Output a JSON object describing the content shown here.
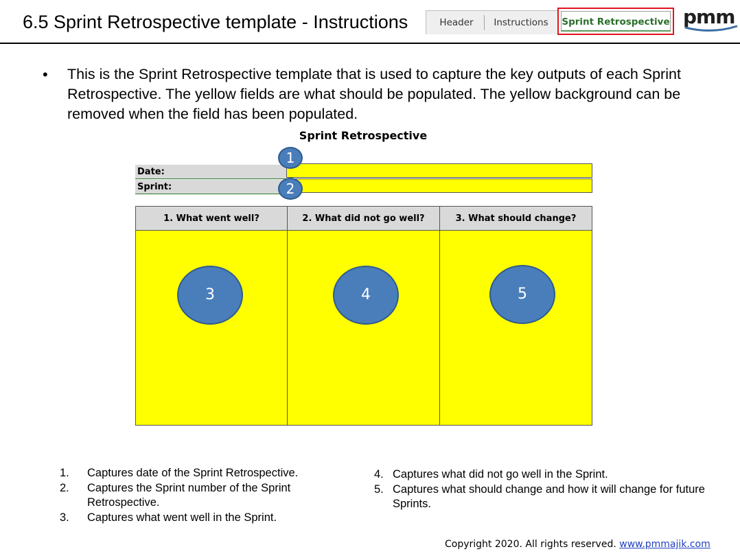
{
  "header": {
    "title": "6.5 Sprint Retrospective template - Instructions",
    "tabs": [
      "Header",
      "Instructions",
      "Sprint Retrospective"
    ],
    "active_tab": "Sprint Retrospective",
    "logo": "pmm"
  },
  "intro": "This is the Sprint Retrospective template that is used to capture the key outputs of each Sprint Retrospective.  The yellow fields are what should be populated.  The yellow background can be removed when the field has been populated.",
  "template": {
    "title": "Sprint Retrospective",
    "fields": [
      {
        "label": "Date:",
        "badge": "1"
      },
      {
        "label": "Sprint:",
        "badge": "2"
      }
    ],
    "columns": [
      {
        "header": "1. What went well?",
        "badge": "3"
      },
      {
        "header": "2. What did not go well?",
        "badge": "4"
      },
      {
        "header": "3. What should change?",
        "badge": "5"
      }
    ],
    "field_color": "#ffff00",
    "header_color": "#d9d9d9",
    "badge_color": "#4a7ebb"
  },
  "notes_left": [
    {
      "num": "1.",
      "text": "Captures date of the Sprint Retrospective."
    },
    {
      "num": "2.",
      "text": "Captures the Sprint number of the Sprint Retrospective."
    },
    {
      "num": "3.",
      "text": "Captures what went well in the Sprint."
    }
  ],
  "notes_right": [
    {
      "num": "4.",
      "text": "Captures what did not go well in the Sprint."
    },
    {
      "num": "5.",
      "text": "Captures what should change and how it will change for future Sprints."
    }
  ],
  "footer": {
    "copyright": "Copyright 2020.  All rights reserved.",
    "link": "www.pmmajik.com"
  }
}
